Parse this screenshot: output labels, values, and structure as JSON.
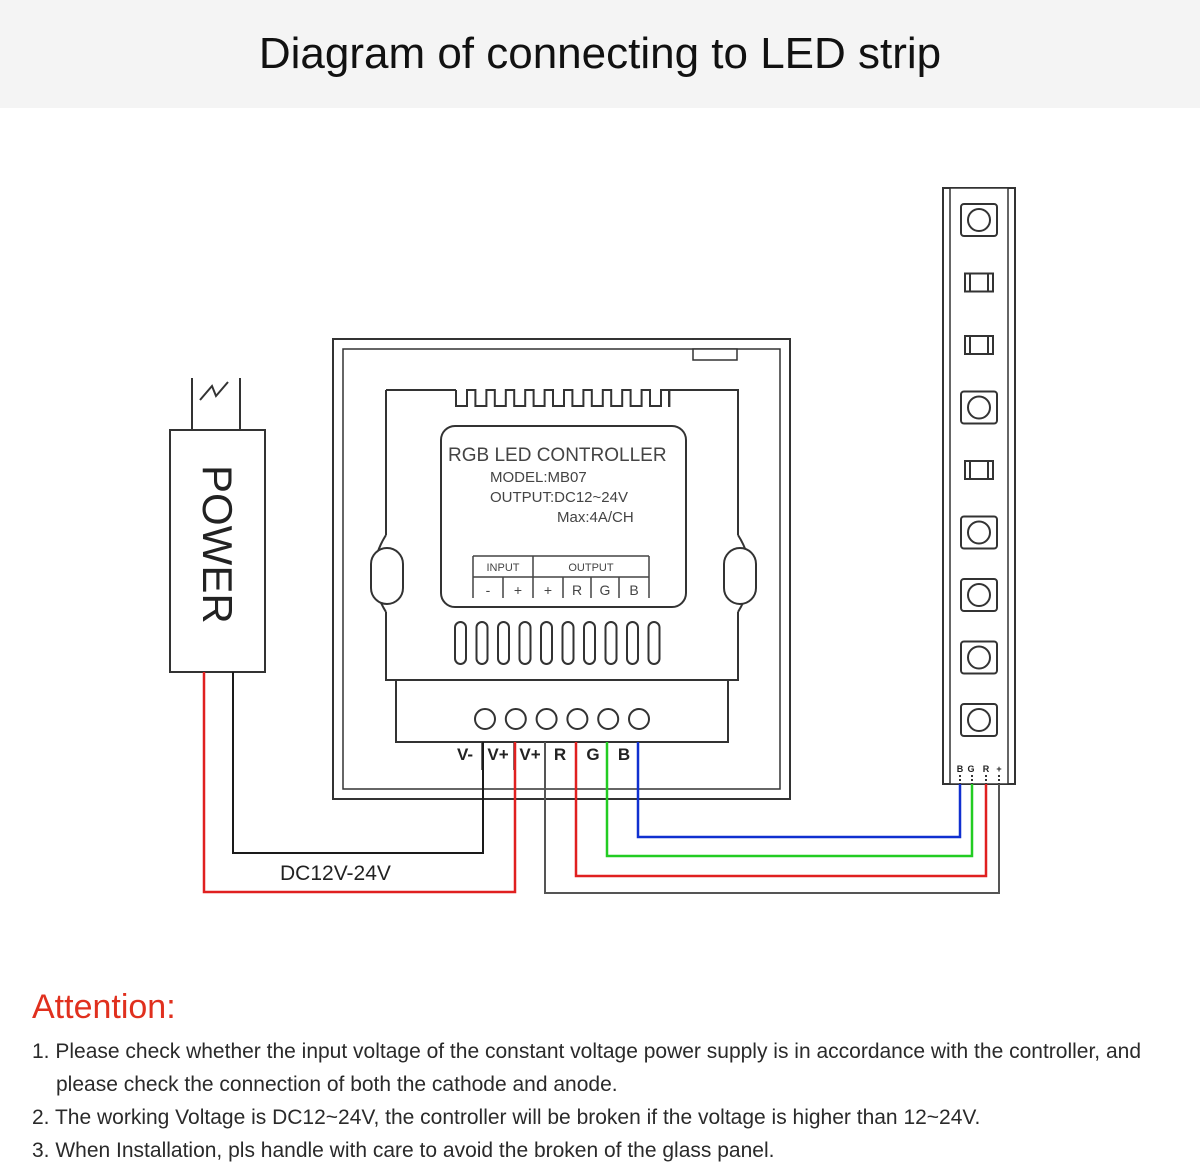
{
  "title": "Diagram of connecting to LED strip",
  "power_label": "POWER",
  "controller": {
    "name": "RGB LED CONTROLLER",
    "model": "MODEL:MB07",
    "output": "OUTPUT:DC12~24V",
    "max": "Max:4A/CH",
    "input_header": "INPUT",
    "output_header": "OUTPUT",
    "input_cells": [
      "-",
      "+"
    ],
    "output_cells": [
      "+",
      "R",
      "G",
      "B"
    ]
  },
  "terminals": [
    "V-",
    "V+",
    "V+",
    "R",
    "G",
    "B"
  ],
  "voltage_label": "DC12V-24V",
  "strip_pins": [
    "B",
    "G",
    "R",
    "+"
  ],
  "wire_colors": {
    "black": "#1a1a1a",
    "red": "#e02020",
    "green": "#22cc22",
    "blue": "#1030d0",
    "gray": "#555555"
  },
  "attention": {
    "heading": "Attention:",
    "items": [
      "1. Please check whether the input voltage of the constant voltage power supply is in accordance with the controller, and please check the connection of both the cathode and anode.",
      "2. The working Voltage is DC12~24V, the controller will be broken if the voltage is higher than 12~24V.",
      "3. When Installation, pls handle with care to avoid the broken of the glass panel."
    ]
  }
}
